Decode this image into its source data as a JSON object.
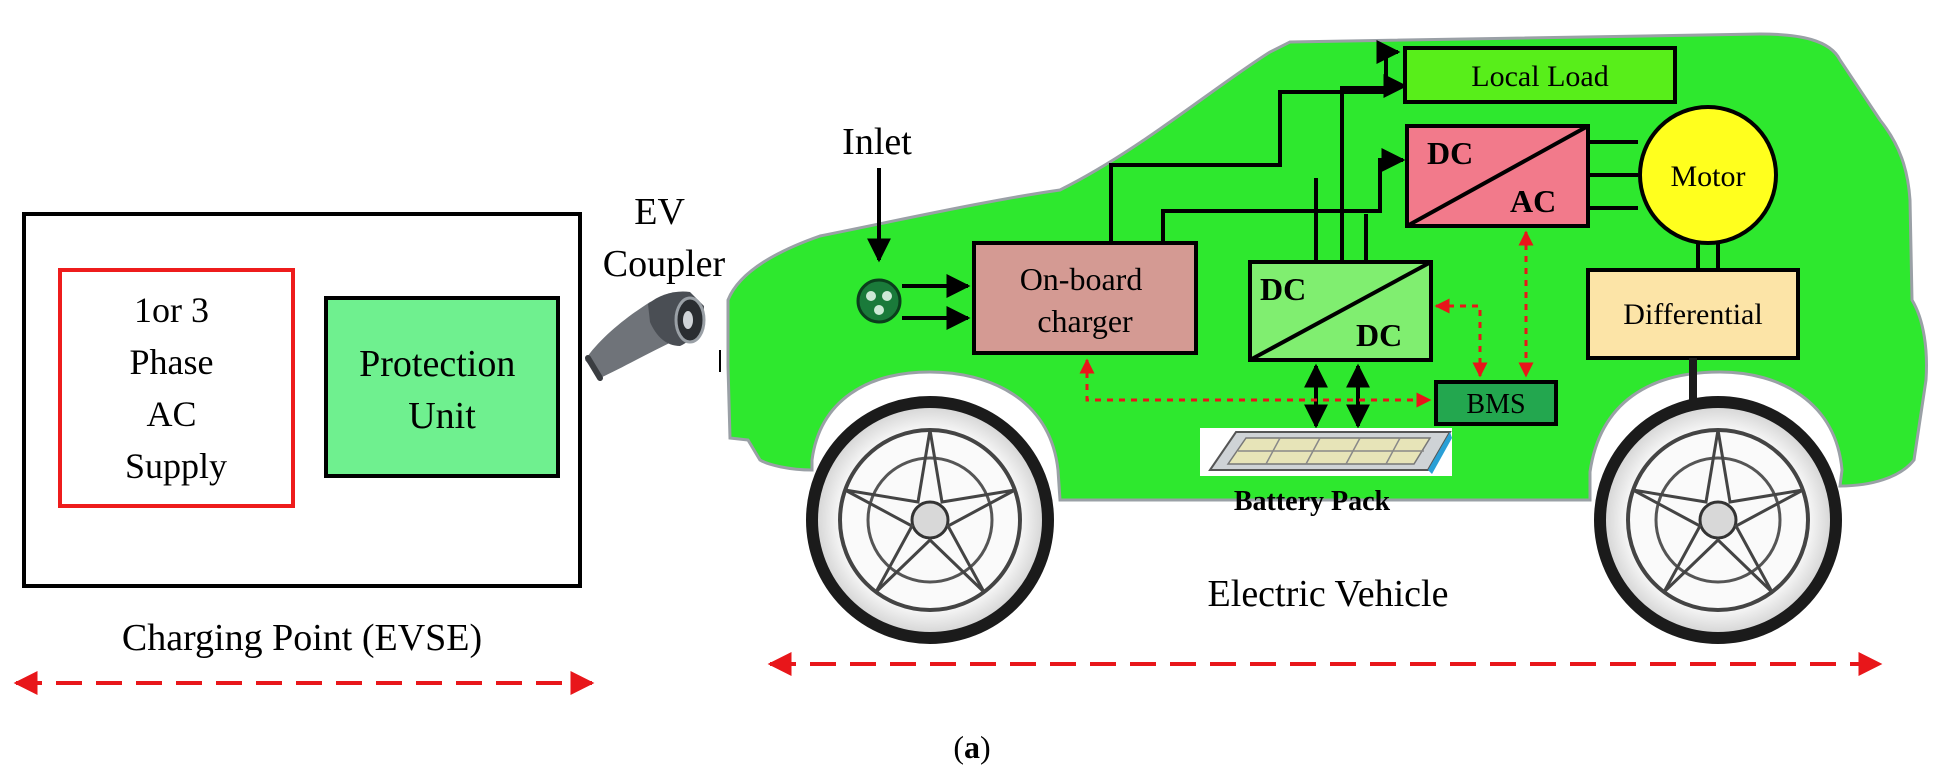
{
  "charging_point": {
    "supply_lines": [
      "1or 3",
      "Phase",
      "AC",
      "Supply"
    ],
    "protection_lines": [
      "Protection",
      "Unit"
    ],
    "caption": "Charging Point (EVSE)"
  },
  "coupler": {
    "lines": [
      "EV",
      "Coupler"
    ]
  },
  "vehicle": {
    "inlet_label": "Inlet",
    "onboard_charger_lines": [
      "On-board",
      "charger"
    ],
    "dcdc": {
      "top": "DC",
      "bottom": "DC"
    },
    "dcac": {
      "top": "DC",
      "bottom": "AC"
    },
    "local_load": "Local Load",
    "motor": "Motor",
    "differential": "Differential",
    "bms": "BMS",
    "battery_pack": "Battery Pack",
    "caption": "Electric Vehicle"
  },
  "figure_label": {
    "open": "(",
    "letter": "a",
    "close": ")"
  },
  "colors": {
    "car_body": "#2ee82e",
    "supply_border": "#ee1c1c",
    "protection_fill": "#6ff08f",
    "onboard_fill": "#d49a93",
    "dcdc_fill": "#80ee70",
    "dcac_fill": "#f27a8b",
    "local_load_fill": "#58ee1a",
    "motor_fill": "#ffff1e",
    "differential_fill": "#fce4a7",
    "bms_fill": "#23a74f",
    "dashed_arrow": "#e8161a"
  }
}
